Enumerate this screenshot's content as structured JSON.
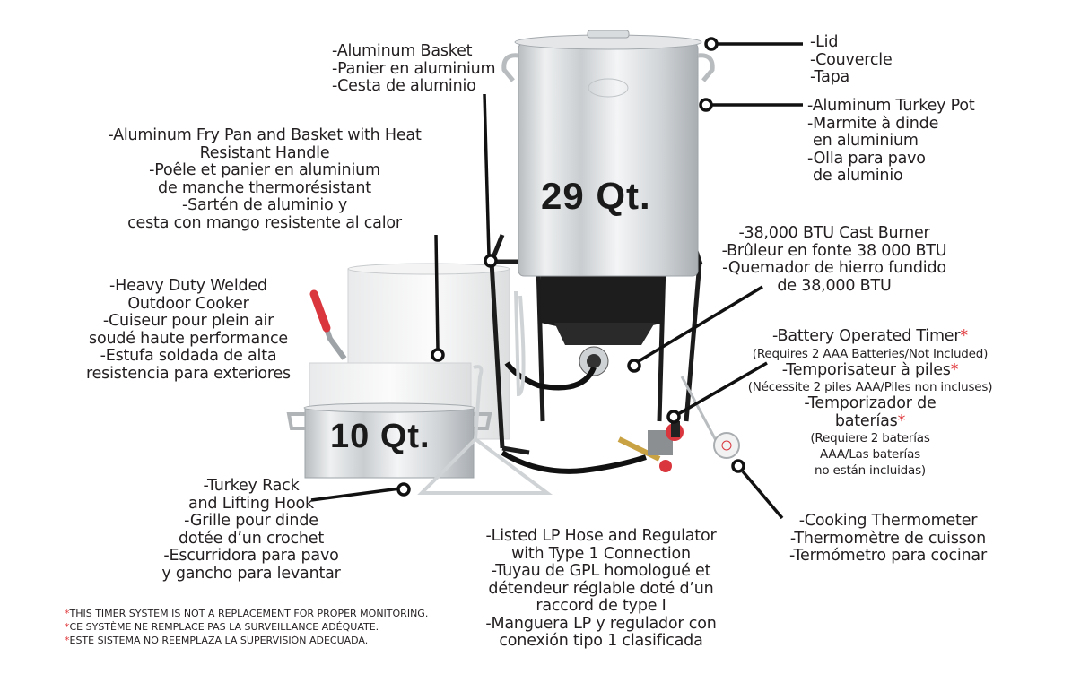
{
  "product": {
    "large_pot_capacity": "29 Qt.",
    "fry_pan_capacity": "10 Qt."
  },
  "colors": {
    "text": "#231f20",
    "asterisk": "#e03a3e",
    "callout_line": "#111111",
    "burner_black": "#1b1b1b",
    "aluminum": "#d9dcde",
    "handle_red": "#d9363e"
  },
  "callouts": {
    "aluminum_basket": {
      "lines": [
        "-Aluminum Basket",
        "-Panier en aluminium",
        "-Cesta de aluminio"
      ]
    },
    "lid": {
      "lines": [
        "-Lid",
        "-Couvercle",
        "-Tapa"
      ]
    },
    "turkey_pot": {
      "lines": [
        "-Aluminum Turkey Pot",
        "-Marmite à dinde",
        "en aluminium",
        "-Olla para pavo",
        "de aluminio"
      ]
    },
    "fry_pan": {
      "lines": [
        "-Aluminum Fry Pan and Basket with Heat",
        "Resistant Handle",
        "-Poêle et panier en aluminium",
        "de manche thermorésistant",
        "-Sartén de aluminio y",
        "cesta con mango resistente al calor"
      ]
    },
    "burner": {
      "lines": [
        "-38,000 BTU Cast Burner",
        "-Brûleur en fonte 38 000 BTU",
        "-Quemador de hierro fundido",
        "de 38,000 BTU"
      ]
    },
    "cooker": {
      "lines": [
        "-Heavy Duty Welded",
        "Outdoor Cooker",
        "-Cuiseur pour plein air",
        "soudé haute performance",
        "-Estufa soldada de alta",
        "resistencia para exteriores"
      ]
    },
    "timer": {
      "title_en": "-Battery Operated Timer",
      "note_en": "(Requires 2 AAA Batteries/Not Included)",
      "title_fr": "-Temporisateur à piles",
      "note_fr": "(Nécessite 2 piles AAA/Piles non incluses)",
      "title_es_1": "-Temporizador de",
      "title_es_2": "baterías",
      "note_es": [
        "(Requiere 2 baterías",
        "AAA/Las baterías",
        "no están incluidas)"
      ],
      "asterisk": "*"
    },
    "turkey_rack": {
      "lines": [
        "-Turkey Rack",
        "and Lifting Hook",
        "-Grille pour dinde",
        "dotée d’un crochet",
        "-Escurridora para pavo",
        "y gancho para levantar"
      ]
    },
    "hose": {
      "lines": [
        "-Listed LP Hose and Regulator",
        "with Type 1 Connection",
        "-Tuyau de GPL homologué et",
        "détendeur réglable doté d’un",
        "raccord de type I",
        "-Manguera LP y regulador con",
        "conexión tipo 1 clasificada"
      ]
    },
    "thermometer": {
      "lines": [
        "-Cooking Thermometer",
        "-Thermomètre de cuisson",
        "-Termómetro para cocinar"
      ]
    }
  },
  "disclaimer": {
    "asterisk": "*",
    "lines": [
      "THIS TIMER SYSTEM IS NOT A REPLACEMENT FOR PROPER MONITORING.",
      "CE SYSTÈME NE REMPLACE PAS LA SURVEILLANCE ADÉQUATE.",
      "ESTE SISTEMA NO REEMPLAZA LA SUPERVISIÓN ADECUADA."
    ]
  }
}
